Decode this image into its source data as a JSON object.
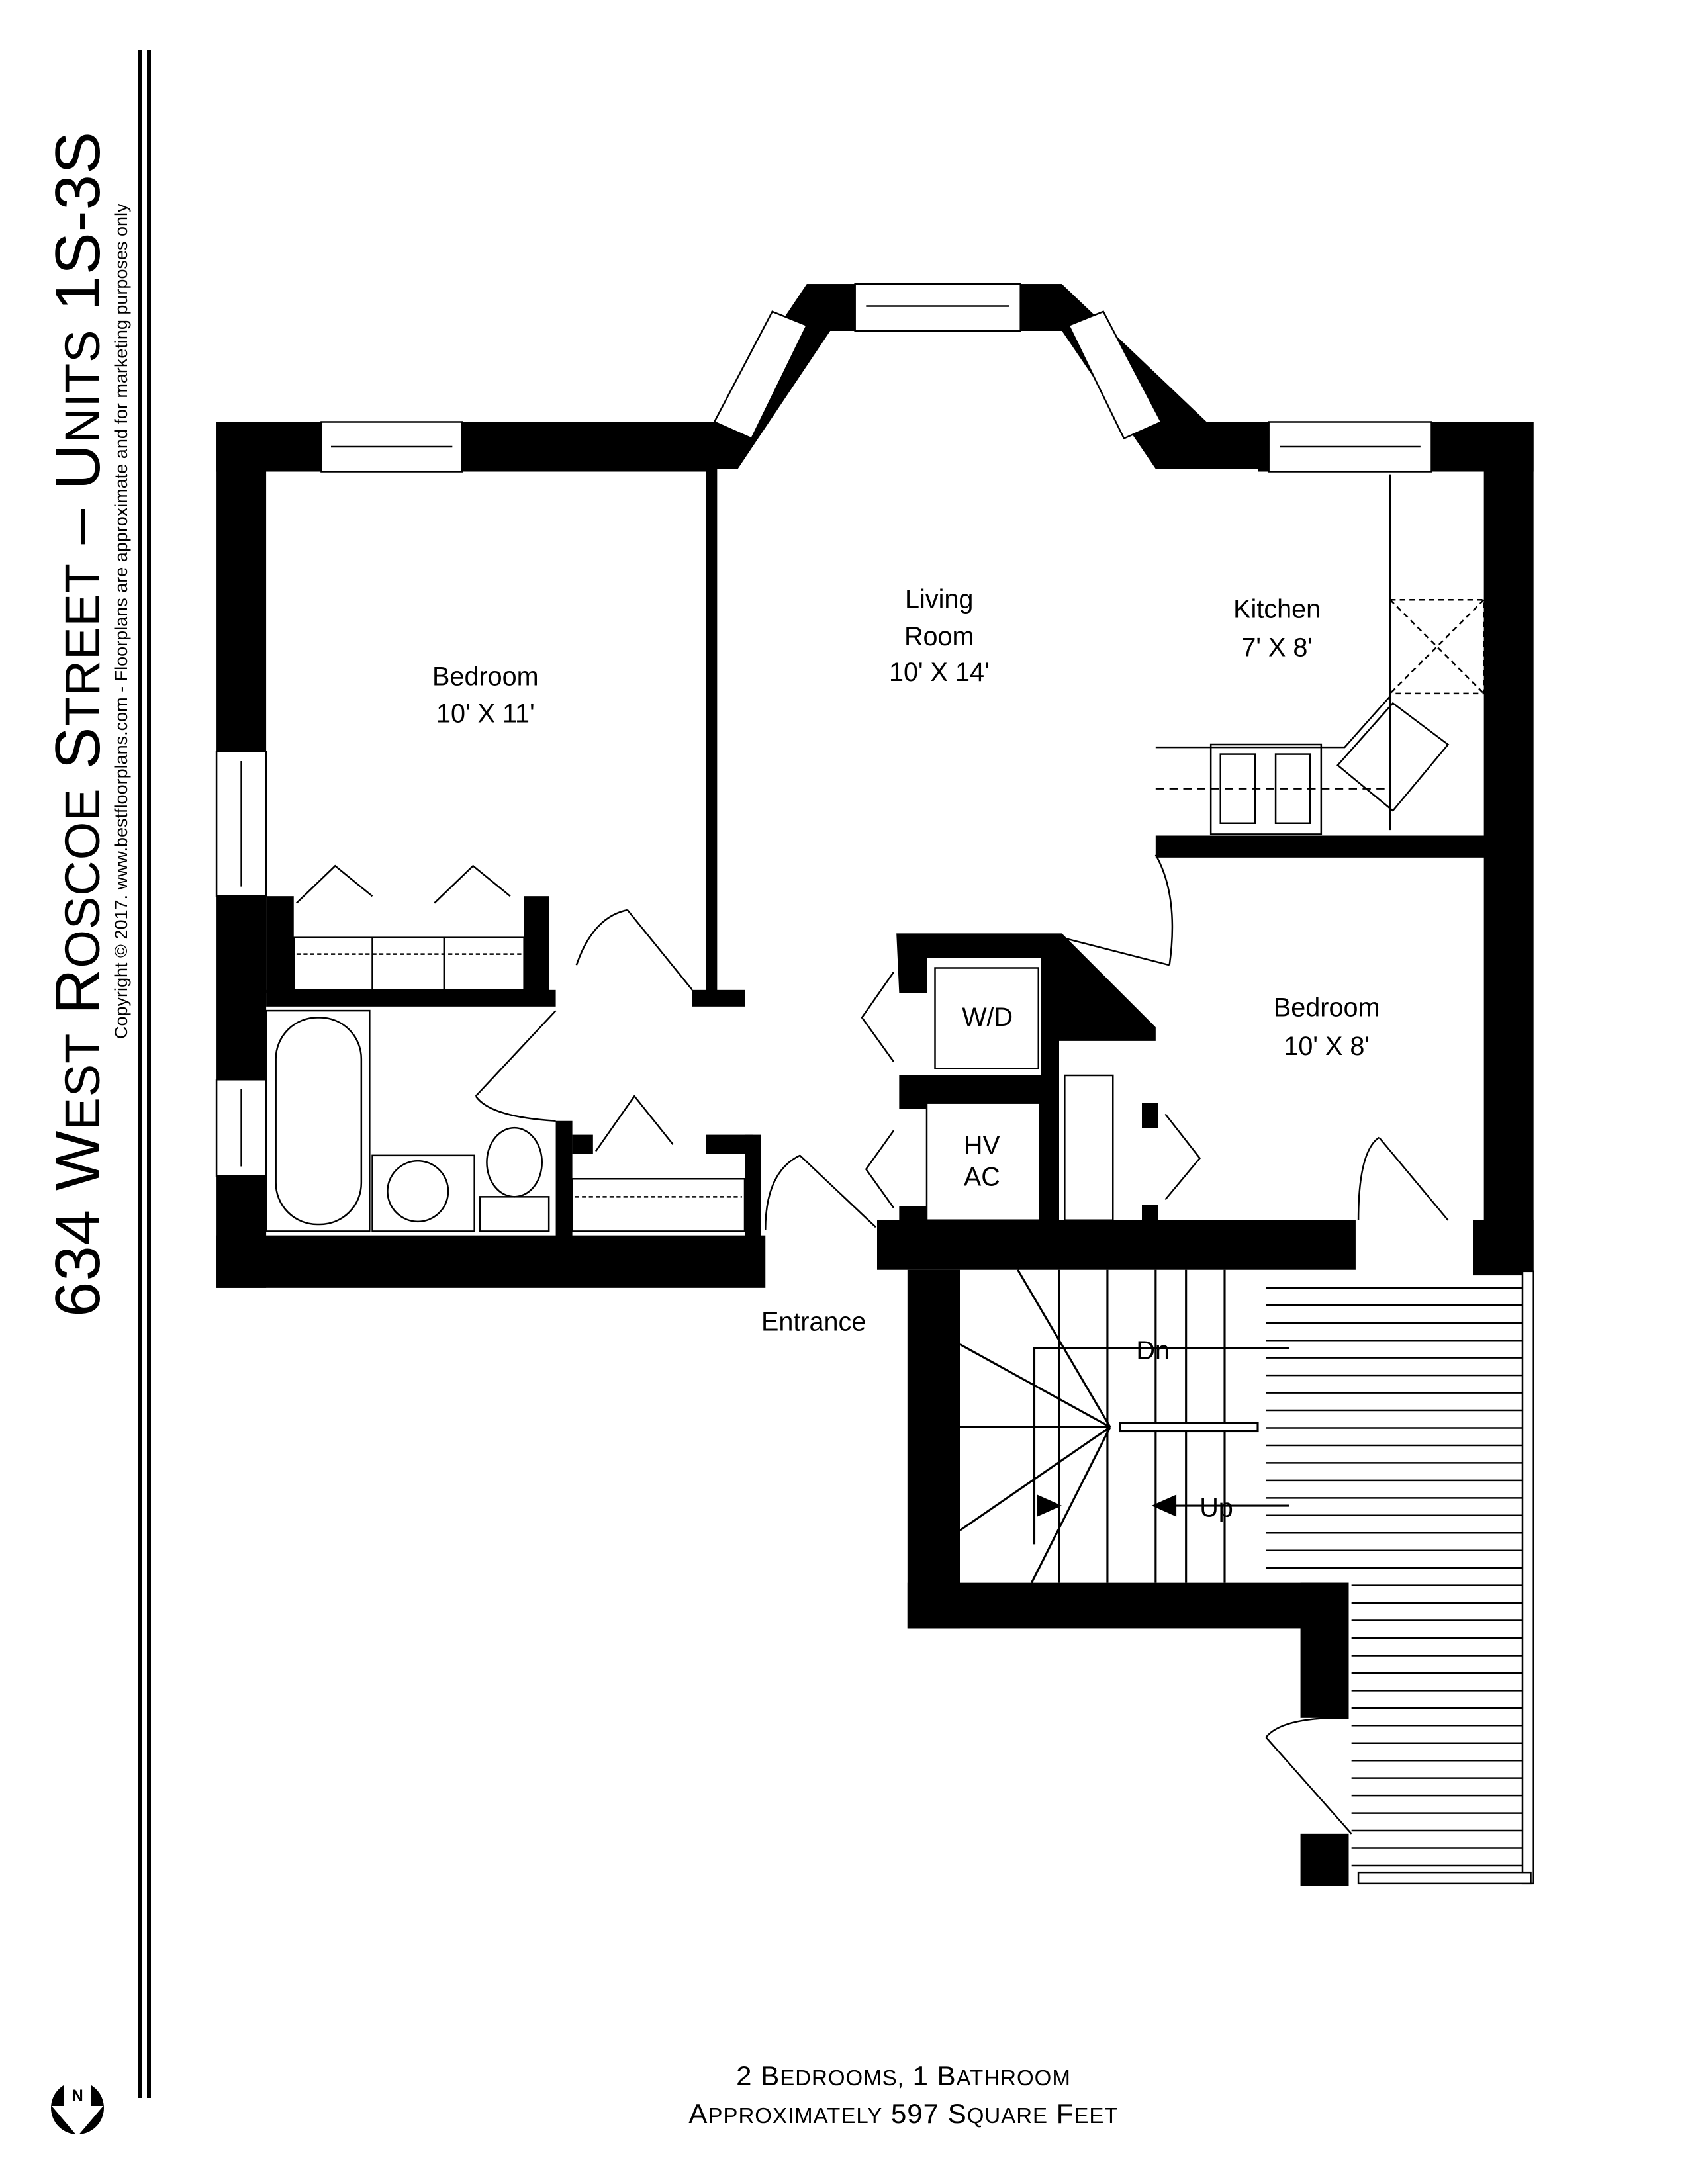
{
  "header": {
    "address_number": "634",
    "street_word1": "West",
    "street_word2": "Roscoe",
    "street_word3": "Street",
    "dash": "–",
    "units_word": "Units",
    "units_value": "1S-3S",
    "copyright": "Copyright © 2017. www.bestfloorplans.com - Floorplans are approximate and for marketing purposes only"
  },
  "rooms": [
    {
      "name": "Bedroom",
      "size": "10' X 11'"
    },
    {
      "name_line1": "Living",
      "name_line2": "Room",
      "size": "10' X 14'"
    },
    {
      "name": "Kitchen",
      "size": "7' X 8'"
    },
    {
      "name": "Bedroom",
      "size": "10' X 8'"
    }
  ],
  "fixtures": {
    "washer_dryer": "W/D",
    "hvac_line1": "HV",
    "hvac_line2": "AC"
  },
  "labels": {
    "entrance": "Entrance",
    "stairs_down": "Dn",
    "stairs_up": "Up"
  },
  "compass": {
    "letter": "N"
  },
  "summary": {
    "line1_num": "2",
    "line1_w1": "Bedrooms,",
    "line1_num2": "1",
    "line1_w2": "Bathroom",
    "line2_w1": "Approximately",
    "line2_num": "597",
    "line2_w2": "Square",
    "line2_w3": "Feet"
  }
}
